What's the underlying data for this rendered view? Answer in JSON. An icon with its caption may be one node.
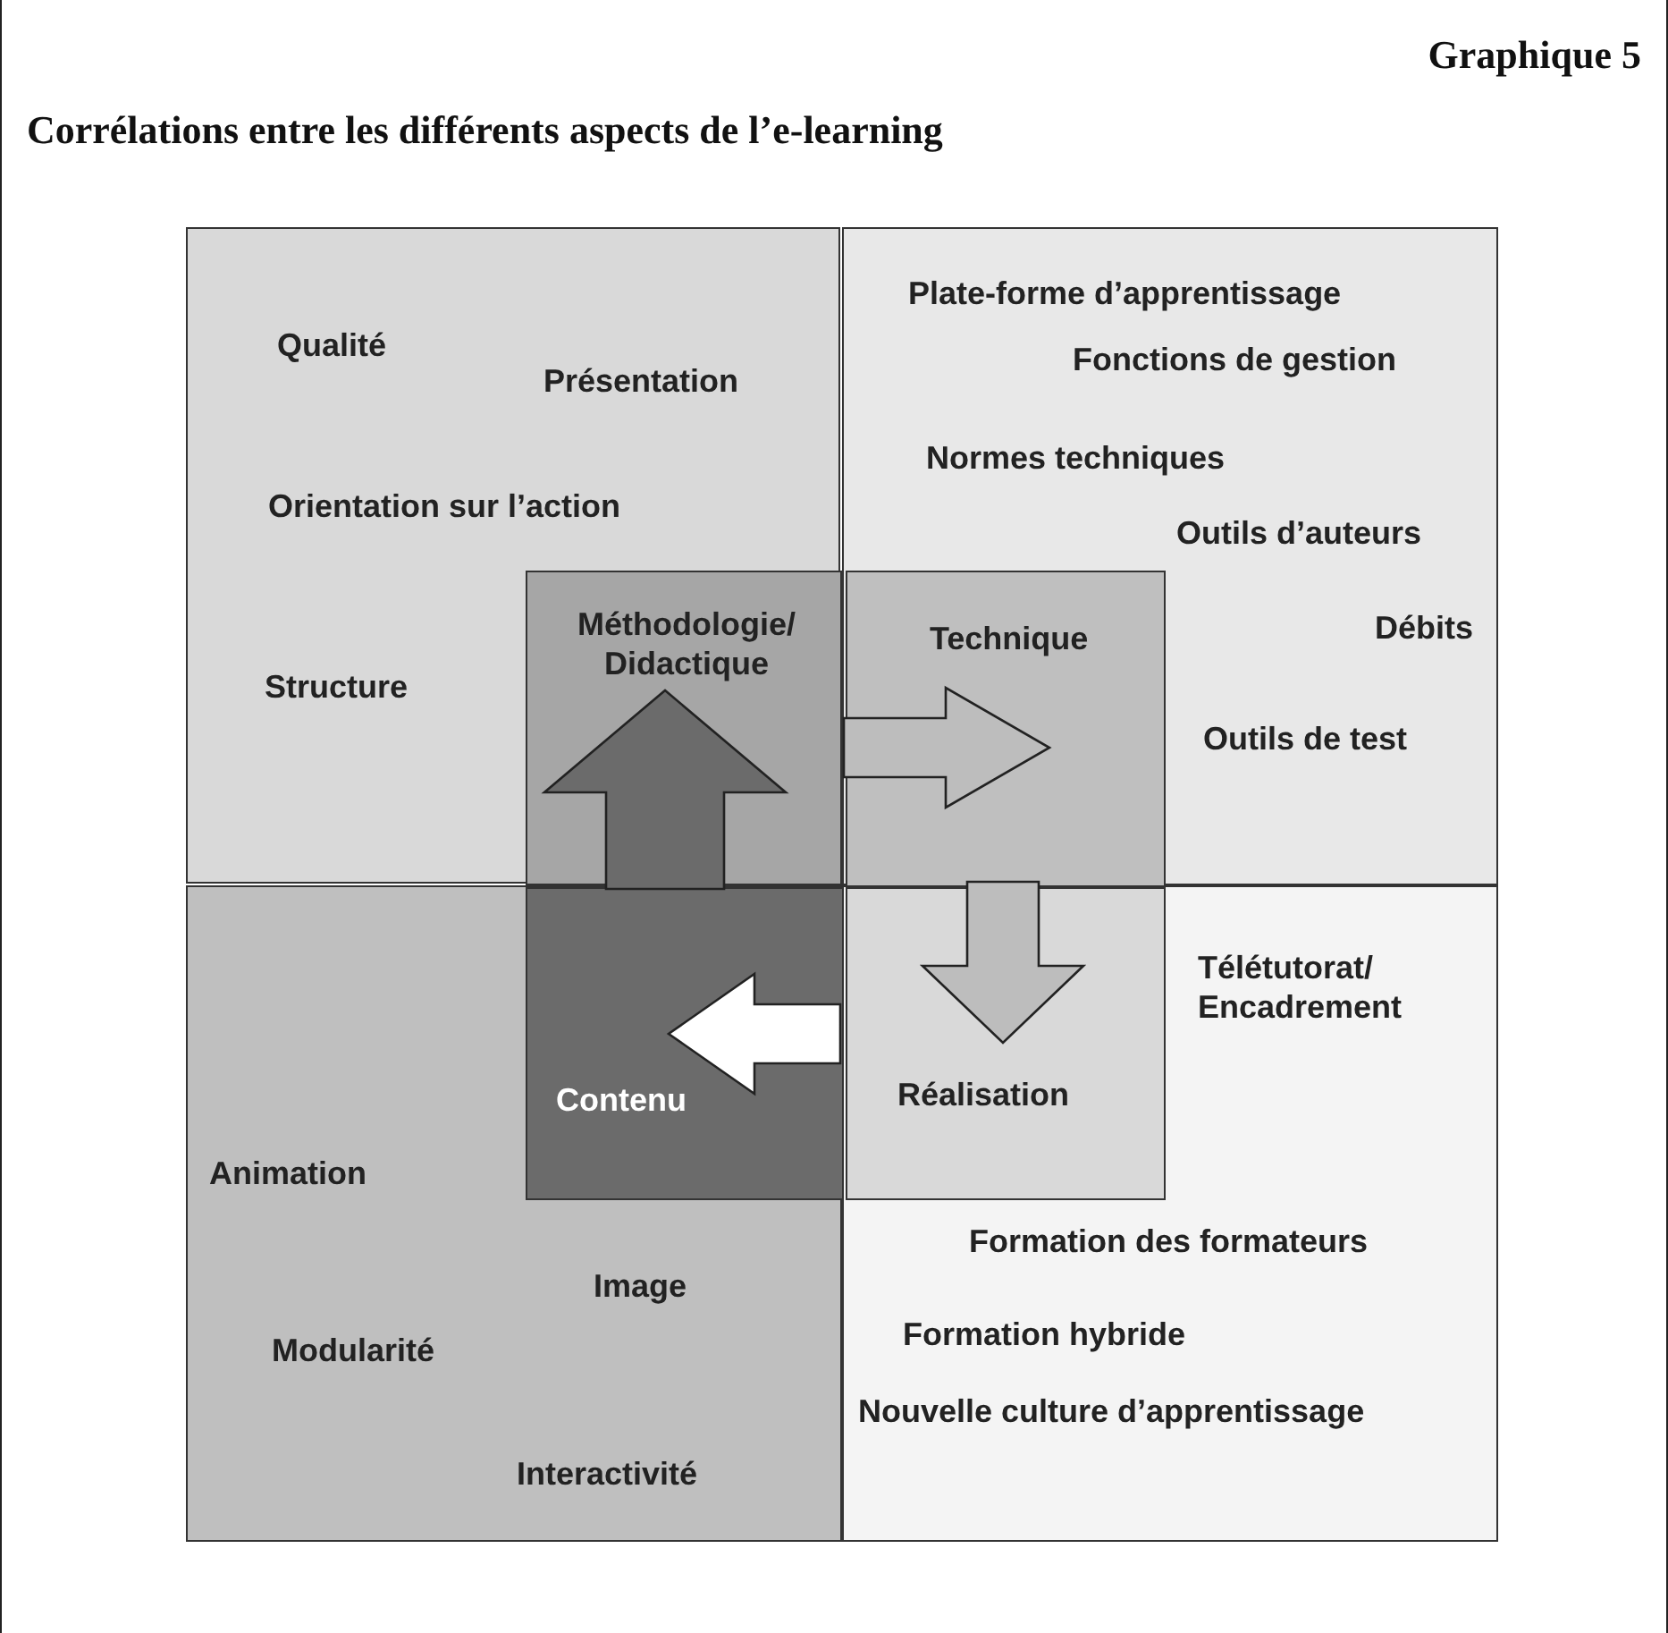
{
  "diagram": {
    "title": "Corrélations entre les différents aspects de l’e-learning",
    "nodes": [
      {
        "text": [
          "Qualité",
          "Présentation",
          "Orientation sur l’action",
          "Structure"
        ]
      },
      {
        "text": [
          "Plate-forme d’apprentissage",
          "Fonctions de gestion",
          "Normes techniques",
          "Outils d’auteurs",
          "Débits",
          "Outils de test"
        ]
      },
      {
        "text": [
          "Animation",
          "Image",
          "Modularité",
          "Interactivité"
        ]
      },
      {
        "text": [
          "Télétutorat/ Encadrement",
          "Formation des formateurs",
          "Formation hybride",
          "Nouvelle culture d’apprentissage"
        ]
      },
      {
        "text": [
          "Méthodologie/ Didactique"
        ],
        "in": 0
      },
      {
        "text": [
          "Technique"
        ],
        "in": 1
      },
      {
        "text": [
          "Contenu"
        ],
        "in": 2
      },
      {
        "text": [
          "Réalisation"
        ],
        "in": 3
      }
    ],
    "edges": [
      {
        "from": 6,
        "to": 4,
        "arrow": "to",
        "style": "thick",
        "color": "#6b6b6b"
      },
      {
        "from": 4,
        "to": 5,
        "arrow": "to",
        "style": "thick",
        "color": "#bdbdbd"
      },
      {
        "from": 5,
        "to": 7,
        "arrow": "to",
        "style": "thick",
        "color": "#bdbdbd"
      },
      {
        "from": 7,
        "to": 6,
        "arrow": "to",
        "style": "thick",
        "color": "#ffffff"
      }
    ],
    "labels": [
      "Graphique 5"
    ]
  }
}
